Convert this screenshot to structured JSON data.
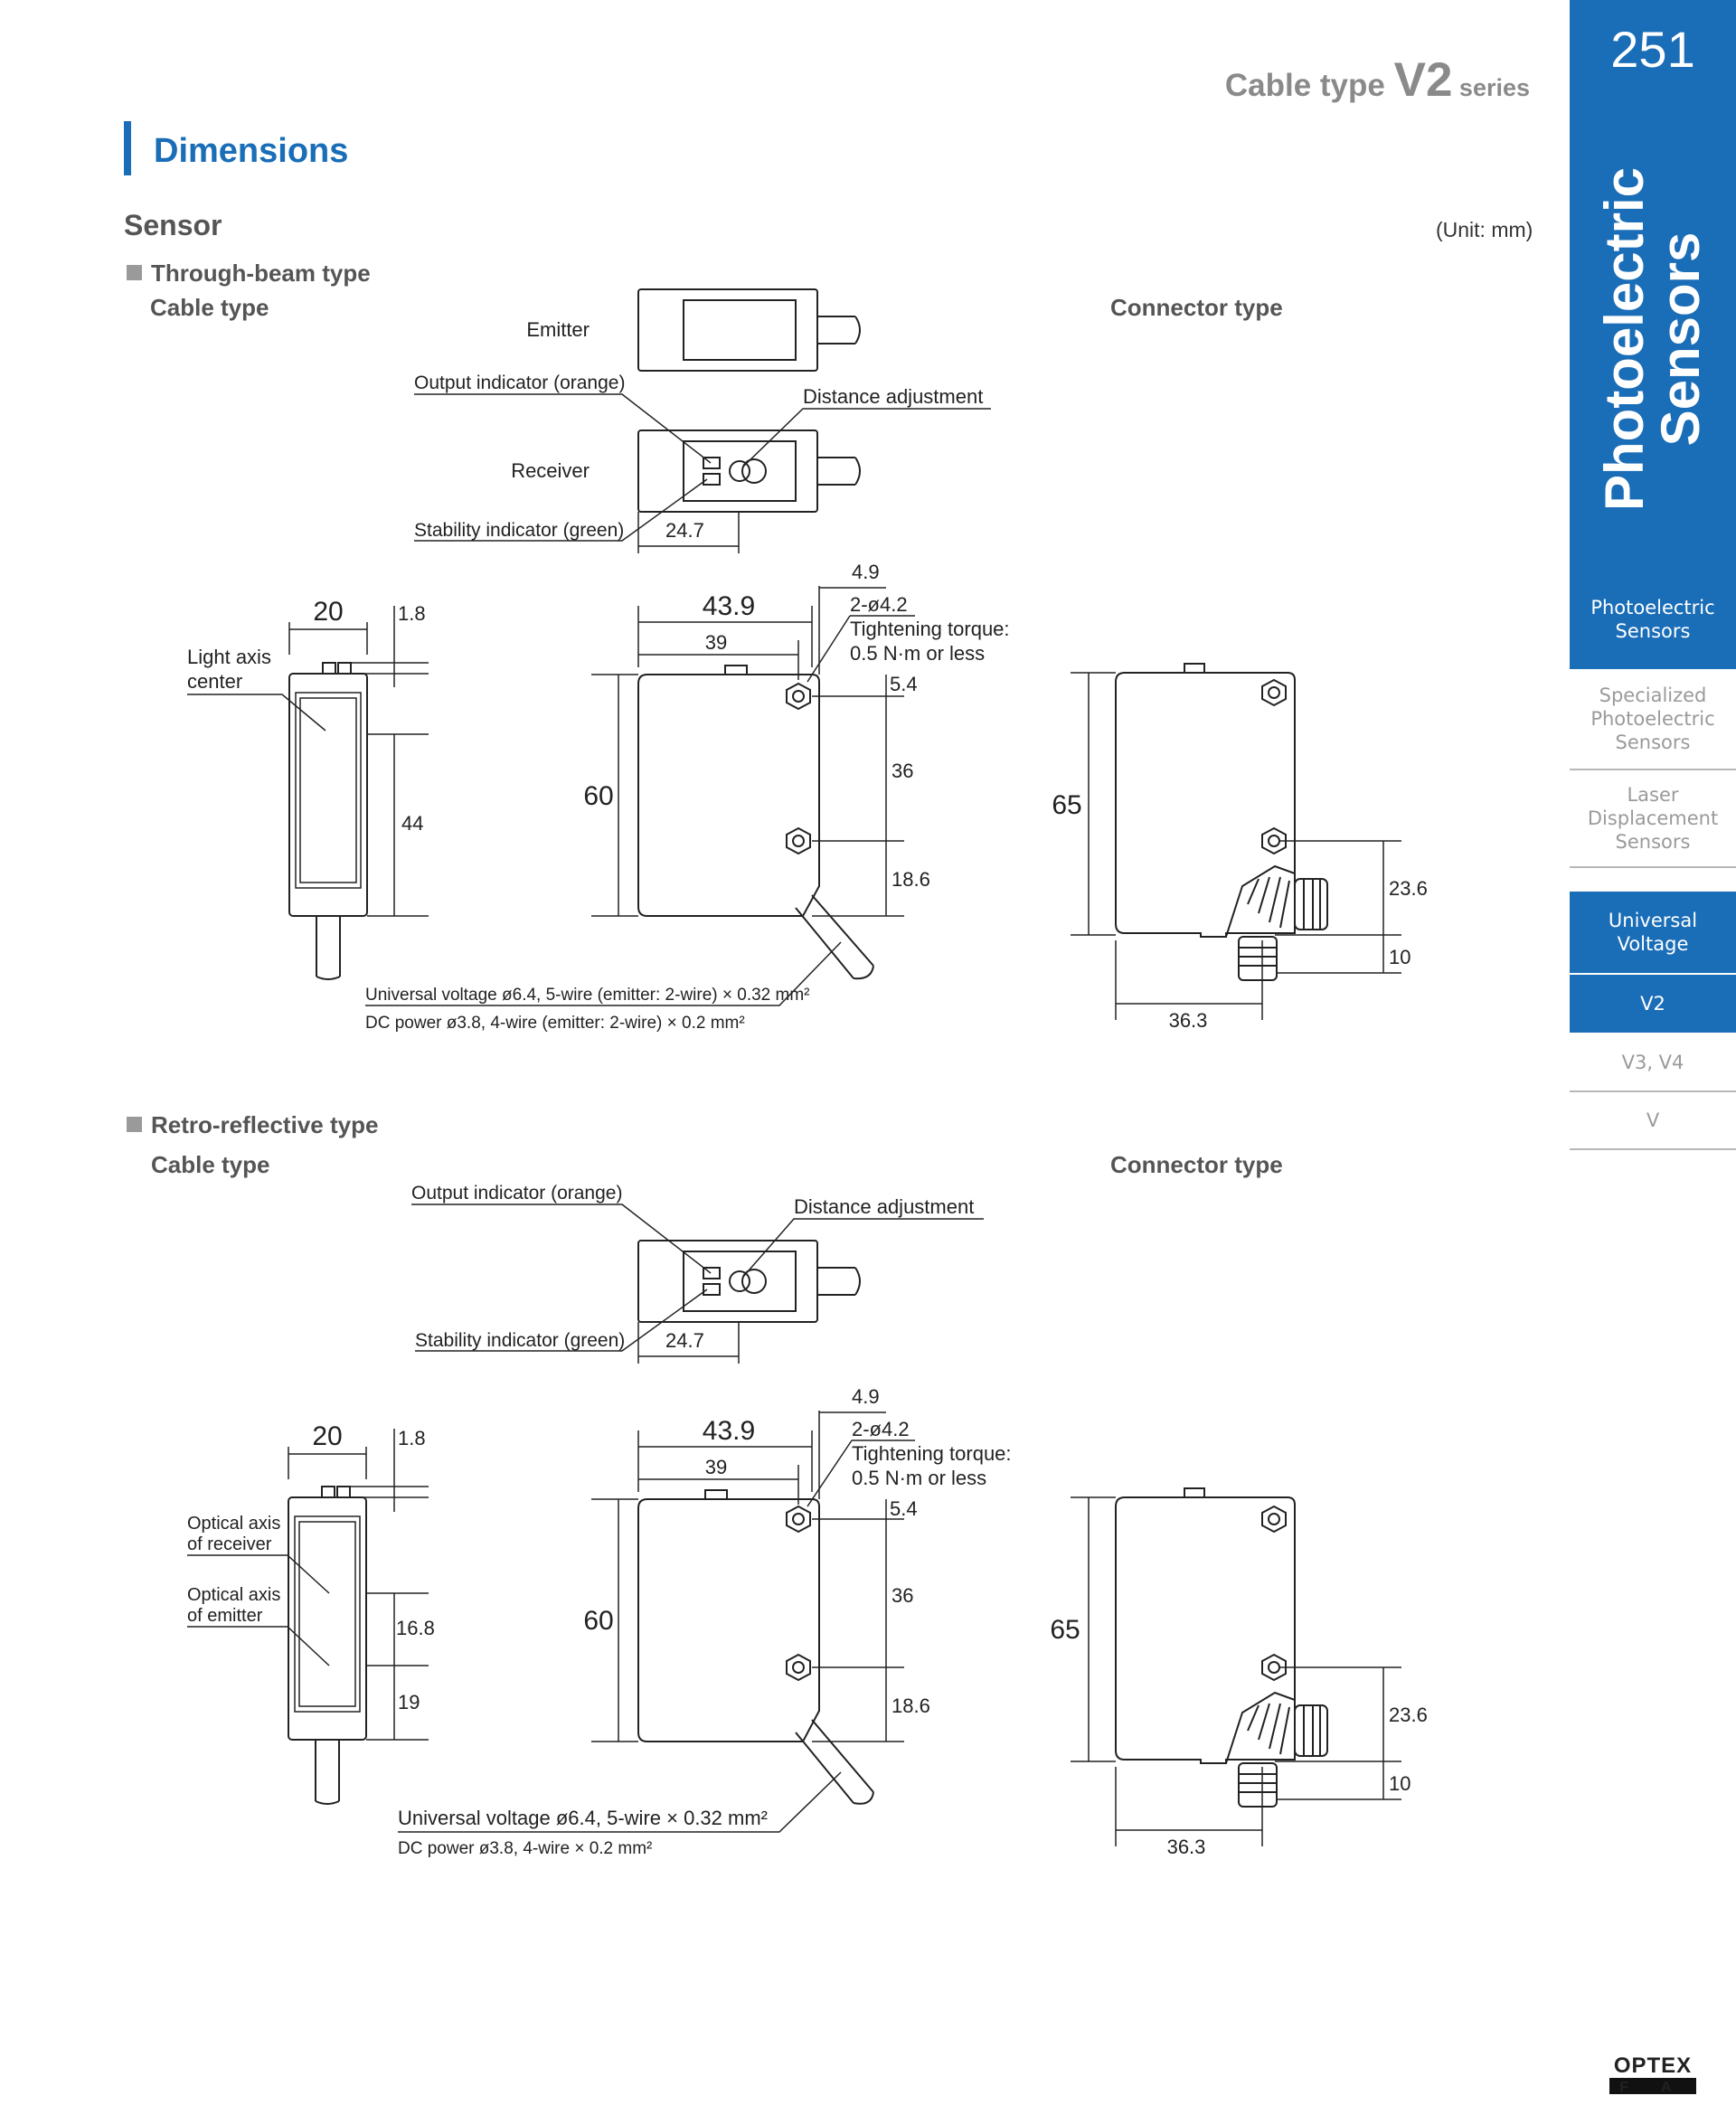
{
  "header": {
    "series_prefix": "Cable type ",
    "series_name": "V2",
    "series_suffix": " series"
  },
  "section": {
    "title": "Dimensions",
    "subtitle": "Sensor",
    "unit": "(Unit: mm)"
  },
  "through_beam": {
    "heading": "Through-beam type",
    "cable_type": "Cable type",
    "connector_type": "Connector type",
    "emitter": "Emitter",
    "receiver": "Receiver",
    "output_indicator": "Output indicator (orange)",
    "distance_adjustment": "Distance adjustment",
    "stability_indicator": "Stability indicator (green)",
    "dim_24_7": "24.7",
    "light_axis_1": "Light axis",
    "light_axis_2": "center",
    "dim_20": "20",
    "dim_1_8": "1.8",
    "dim_44": "44",
    "dim_43_9": "43.9",
    "dim_39": "39",
    "dim_4_9": "4.9",
    "hole": "2-ø4.2",
    "torque_1": "Tightening torque:",
    "torque_2": "0.5 N·m or less",
    "dim_5_4": "5.4",
    "dim_60": "60",
    "dim_36": "36",
    "dim_18_6": "18.6",
    "cable_1": "Universal voltage ø6.4, 5-wire (emitter: 2-wire) × 0.32 mm²",
    "cable_2": "DC power ø3.8, 4-wire (emitter: 2-wire) × 0.2 mm²",
    "dim_65": "65",
    "dim_23_6": "23.6",
    "dim_10": "10",
    "dim_36_3": "36.3"
  },
  "retro": {
    "heading": "Retro-reflective type",
    "cable_type": "Cable type",
    "connector_type": "Connector type",
    "output_indicator": "Output indicator (orange)",
    "distance_adjustment": "Distance adjustment",
    "stability_indicator": "Stability indicator (green)",
    "dim_24_7": "24.7",
    "optical_rx_1": "Optical axis",
    "optical_rx_2": "of receiver",
    "optical_tx_1": "Optical axis",
    "optical_tx_2": "of emitter",
    "dim_20": "20",
    "dim_1_8": "1.8",
    "dim_16_8": "16.8",
    "dim_19": "19",
    "dim_43_9": "43.9",
    "dim_39": "39",
    "dim_4_9": "4.9",
    "hole": "2-ø4.2",
    "torque_1": "Tightening torque:",
    "torque_2": "0.5 N·m or less",
    "dim_5_4": "5.4",
    "dim_60": "60",
    "dim_36": "36",
    "dim_18_6": "18.6",
    "cable_1": "Universal voltage ø6.4, 5-wire × 0.32 mm²",
    "cable_2": "DC power ø3.8, 4-wire × 0.2 mm²",
    "dim_65": "65",
    "dim_23_6": "23.6",
    "dim_10": "10",
    "dim_36_3": "36.3"
  },
  "side_tab": {
    "page_number": "251",
    "category_line1": "Photoelectric",
    "category_line2": "Sensors",
    "items": [
      {
        "label_1": "Photoelectric",
        "label_2": "Sensors",
        "label_3": "",
        "active": true
      },
      {
        "label_1": "Specialized",
        "label_2": "Photoelectric",
        "label_3": "Sensors",
        "active": false
      },
      {
        "label_1": "Laser",
        "label_2": "Displacement",
        "label_3": "Sensors",
        "active": false
      },
      {
        "label_1": "Universal",
        "label_2": "Voltage",
        "label_3": "",
        "active": true
      },
      {
        "label_1": "V2",
        "label_2": "",
        "label_3": "",
        "active": true
      },
      {
        "label_1": "V3, V4",
        "label_2": "",
        "label_3": "",
        "active": false
      },
      {
        "label_1": "V",
        "label_2": "",
        "label_3": "",
        "active": false
      }
    ]
  },
  "logo": {
    "line1": "OPTEX",
    "line2": "F A"
  },
  "colors": {
    "accent": "#1a6db7",
    "heading_gray": "#555555",
    "light_gray": "#9a9a9a"
  }
}
